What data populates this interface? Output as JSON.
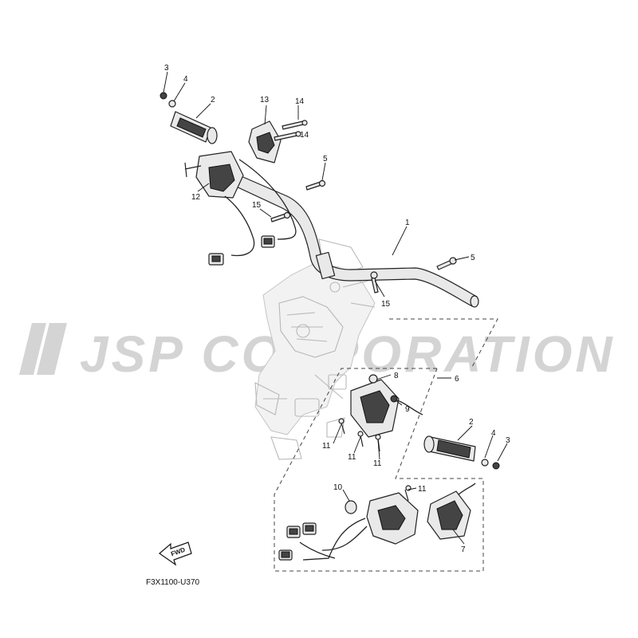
{
  "diagram": {
    "watermark": "JSP CORPORATION",
    "drawing_code": "F3X1100-U370",
    "direction_label": "FWD",
    "callouts": {
      "c1": "1",
      "c2a": "2",
      "c2b": "2",
      "c3a": "3",
      "c3b": "3",
      "c4a": "4",
      "c4b": "4",
      "c5a": "5",
      "c5b": "5",
      "c6": "6",
      "c7": "7",
      "c8": "8",
      "c9": "9",
      "c10": "10",
      "c11a": "11",
      "c11b": "11",
      "c11c": "11",
      "c11d": "11",
      "c12": "12",
      "c13": "13",
      "c14a": "14",
      "c14b": "14",
      "c15a": "15",
      "c15b": "15"
    }
  }
}
